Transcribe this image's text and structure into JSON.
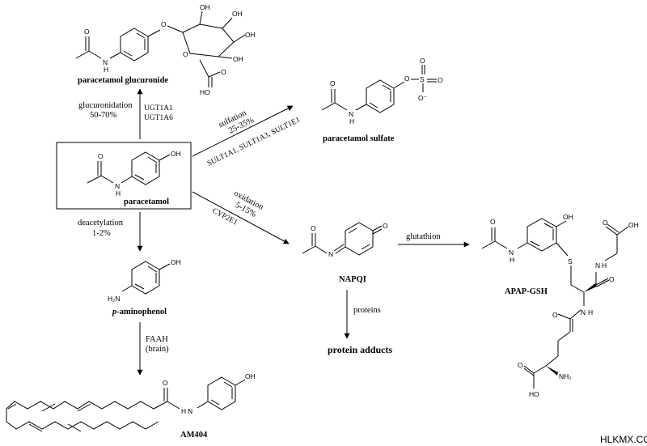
{
  "compounds": {
    "glucuronide": "paracetamol glucuronide",
    "sulfate": "paracetamol sulfate",
    "paracetamol": "paracetamol",
    "napqi": "NAPQI",
    "apap_gsh": "APAP-GSH",
    "aminophenol_italic": "p",
    "aminophenol_rest": "-aminophenol",
    "am404": "AM404",
    "protein_adducts": "protein adducts"
  },
  "pathways": {
    "glucuronidation": {
      "label": "glucuronidation",
      "percent": "50-70%",
      "enzyme1": "UGT1A1",
      "enzyme2": "UGT1A6"
    },
    "sulfation": {
      "label": "sulfation",
      "percent": "25-35%",
      "enzyme": "SULT1A1, SULT1A3, SULT1E1"
    },
    "oxidation": {
      "label": "oxidation",
      "percent": "5-15%",
      "enzyme": "CYP2E1"
    },
    "deacetylation": {
      "label": "deacetylation",
      "percent": "1-2%"
    },
    "fah": {
      "label": "FAAH",
      "note": "(brain)"
    },
    "glutathion": {
      "label": "glutathion"
    },
    "proteins": {
      "label": "proteins"
    }
  },
  "atoms": {
    "OH": "OH",
    "O": "O",
    "NH": "N",
    "H": "H",
    "H2N": "H₂N",
    "NH2": "NH₂",
    "S": "S",
    "N": "N",
    "Ominus": "O⁻",
    "HO": "HO"
  },
  "watermark": "HLKMX.COM"
}
